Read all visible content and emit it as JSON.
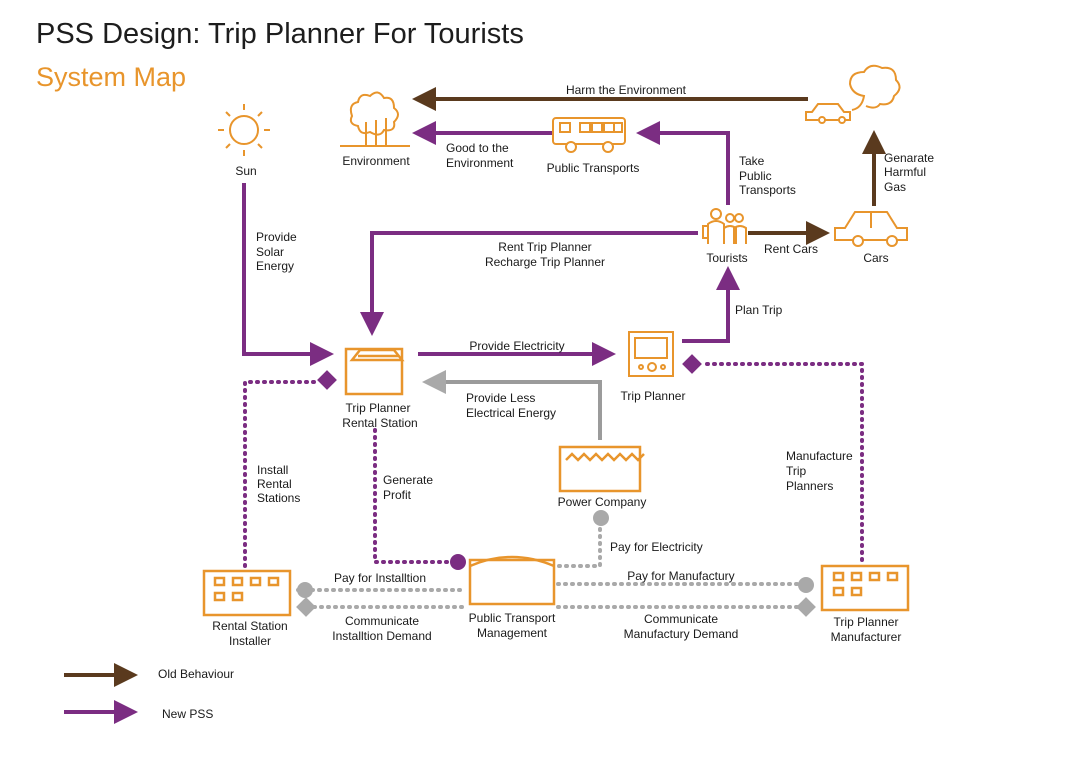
{
  "header": {
    "title": "PSS Design: Trip Planner For Tourists",
    "subtitle": "System Map"
  },
  "colors": {
    "old_behaviour": "#5a3a1e",
    "new_pss": "#7b2d82",
    "money_flow": "#a9a9a9",
    "actor": "#e8952c",
    "power": "#9b9b9b"
  },
  "actors": {
    "sun": "Sun",
    "environment": "Environment",
    "public_transports": "Public Transports",
    "tourists": "Tourists",
    "cars": "Cars",
    "rental_station": [
      "Trip Planner",
      "Rental Station"
    ],
    "trip_planner": "Trip Planner",
    "power_company": "Power Company",
    "rental_installer": [
      "Rental Station",
      "Installer"
    ],
    "public_transport_mgmt": [
      "Public Transport",
      "Management"
    ],
    "manufacturer": [
      "Trip Planner",
      "Manufacturer"
    ]
  },
  "flows": {
    "harm_env": "Harm the Environment",
    "good_env": [
      "Good to the",
      "Environment"
    ],
    "take_pt": [
      "Take",
      "Public",
      "Transports"
    ],
    "gen_gas": [
      "Genarate",
      "Harmful",
      "Gas"
    ],
    "rent_cars": "Rent Cars",
    "solar": [
      "Provide",
      "Solar",
      "Energy"
    ],
    "rent_recharge": [
      "Rent Trip Planner",
      "Recharge Trip Planner"
    ],
    "plan_trip": "Plan Trip",
    "provide_elec": "Provide Electricity",
    "less_energy": [
      "Provide Less",
      "Electrical Energy"
    ],
    "install_stations": [
      "Install",
      "Rental",
      "Stations"
    ],
    "gen_profit": [
      "Generate",
      "Profit"
    ],
    "manufacture": [
      "Manufacture",
      "Trip",
      "Planners"
    ],
    "pay_elec": "Pay for Electricity",
    "pay_install": "Pay for Installtion",
    "comm_install": [
      "Communicate",
      "Installtion Demand"
    ],
    "pay_manu": "Pay for Manufactury",
    "comm_manu": [
      "Communicate",
      "Manufactury Demand"
    ]
  },
  "legend": {
    "old": "Old Behaviour",
    "new": "New PSS"
  }
}
